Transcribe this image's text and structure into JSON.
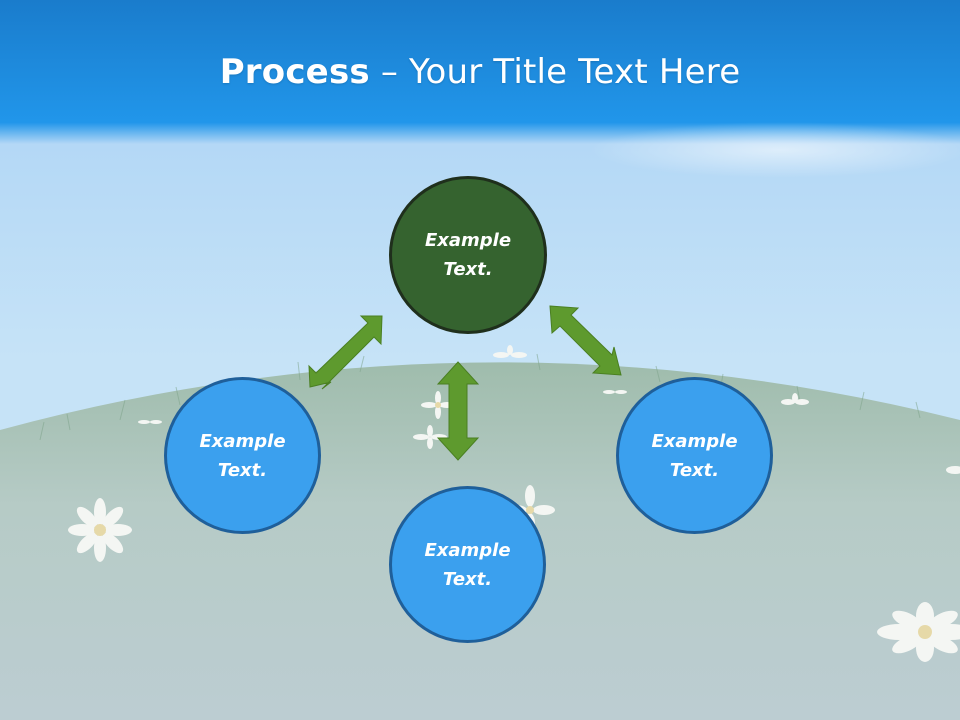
{
  "title": {
    "bold_part": "Process",
    "rest_part": " – Your Title Text Here"
  },
  "nodes": {
    "center": {
      "text": "Example Text."
    },
    "left": {
      "text": "Example Text."
    },
    "right": {
      "text": "Example Text."
    },
    "bottom": {
      "text": "Example Text."
    }
  },
  "colors": {
    "title_bar": "#1b8fe0",
    "center_node": "#35632f",
    "outer_nodes": "#3ba0ee",
    "arrows": "#5e9a2e",
    "node_text": "#ffffff"
  }
}
